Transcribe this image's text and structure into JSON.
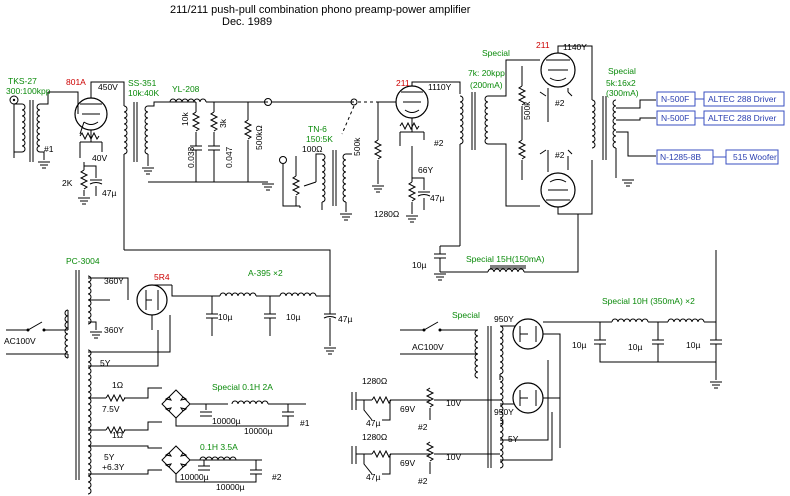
{
  "title": {
    "line1": "211/211 push-pull combination phono preamp-power amplifier",
    "line2": "Dec. 1989"
  },
  "colors": {
    "part_label": "#0a8a0a",
    "tube_label": "#cc0000",
    "output_box": "#2b3fb0"
  },
  "preamp": {
    "input_transformer": {
      "name": "TKS-27",
      "ratio": "300:100kpp"
    },
    "tube1": {
      "name": "801A",
      "plate_voltage": "450V",
      "cathode_voltage": "40V",
      "cathode_resistor": "2K",
      "bypass_cap": "47µ",
      "heater_ref": "#1"
    },
    "interstage": {
      "name": "SS-351",
      "ratio": "10k:40K"
    },
    "filter": {
      "name": "YL-208",
      "r1": "10k",
      "c1": "0.033",
      "r2": "3k",
      "c2": "0.047",
      "r3": "500kΩ"
    },
    "attenuator": {
      "name": "TN-6",
      "ratio": "150:5K",
      "value": "100Ω"
    },
    "tube2": {
      "name": "211",
      "plate_voltage": "1110Y",
      "grid_resistor": "500k",
      "cathode_voltage": "66Y",
      "cathode_resistor": "1280Ω",
      "bypass_cap": "47µ",
      "heater_ref": "#2"
    }
  },
  "power_stage": {
    "driver_transformer": {
      "name": "Special",
      "ratio": "7k: 20kpp",
      "current": "(200mA)"
    },
    "output_tube": {
      "name": "211",
      "plate_voltage": "1140Y"
    },
    "grid_resistor": "500k",
    "heater_top": "#2",
    "heater_bottom": "#2",
    "output_transformer": {
      "name": "Special",
      "ratio": "5k:16x2",
      "current": "(300mA)"
    },
    "choke": {
      "name": "Special  15H(150mA)"
    },
    "filter_cap": "10µ"
  },
  "outputs": [
    {
      "network": "N-500F",
      "load": "ALTEC 288 Driver"
    },
    {
      "network": "N-500F",
      "load": "ALTEC 288 Driver"
    },
    {
      "network": "N-1285-8B",
      "load": "515 Woofer"
    }
  ],
  "supply_pre": {
    "transformer": "PC-3004",
    "ac_in": "AC100V",
    "hv_tap_top": "360Y",
    "hv_tap_bottom": "360Y",
    "rectifier_heater": "5Y",
    "rectifier": "5R4",
    "chokes": "A-395 ×2",
    "cap1": "10µ",
    "cap2": "10µ",
    "cap3": "47µ",
    "fil1": {
      "voltage": "7.5V",
      "r_top": "1Ω",
      "r_bottom": "1Ω",
      "choke": "Special 0.1H 2A",
      "cap_a": "10000µ",
      "cap_b": "10000µ",
      "ref": "#1"
    },
    "fil2": {
      "voltage_a": "5Y",
      "voltage_b": "+6.3Y",
      "choke": "0.1H 3.5A",
      "cap_a": "10000µ",
      "cap_b": "10000µ",
      "ref": "#2"
    }
  },
  "supply_power": {
    "transformer": "Special",
    "ac_in": "AC100V",
    "hv_tap_top": "950Y",
    "hv_tap_bottom": "950Y",
    "rectifier_heater": "5Y",
    "chokes": "Special 10H (350mA) ×2",
    "cap1": "10µ",
    "cap2": "10µ",
    "cap3": "10µ",
    "bias1": {
      "resistor": "1280Ω",
      "cap": "47µ",
      "tap": "69V",
      "supply": "10V",
      "ref": "#2"
    },
    "bias2": {
      "resistor": "1280Ω",
      "cap": "47µ",
      "tap": "69V",
      "supply": "10V",
      "ref": "#2"
    }
  }
}
